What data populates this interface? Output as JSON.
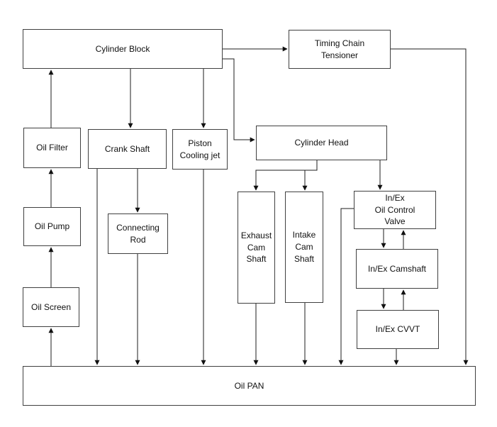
{
  "diagram": {
    "accent_color": "#111111",
    "box_border_color": "#404040",
    "background_color": "#ffffff",
    "nodes": {
      "cylinder_block": {
        "label": "Cylinder Block"
      },
      "timing_chain_tensioner": {
        "label": [
          "Timing Chain",
          "Tensioner"
        ]
      },
      "oil_filter": {
        "label": "Oil Filter"
      },
      "crank_shaft": {
        "label": "Crank Shaft"
      },
      "piston_cooling_jet": {
        "label": [
          "Piston",
          "Cooling jet"
        ]
      },
      "cylinder_head": {
        "label": "Cylinder Head"
      },
      "oil_pump": {
        "label": "Oil Pump"
      },
      "connecting_rod": {
        "label": [
          "Connecting",
          "Rod"
        ]
      },
      "oil_screen": {
        "label": "Oil Screen"
      },
      "exhaust_cam_shaft": {
        "label": [
          "Exhaust",
          "Cam",
          "Shaft"
        ]
      },
      "intake_cam_shaft": {
        "label": [
          "Intake",
          "Cam",
          "Shaft"
        ]
      },
      "oil_control_valve": {
        "label": [
          "In/Ex",
          "Oil Control",
          "Valve"
        ]
      },
      "inex_camshaft": {
        "label": "In/Ex Camshaft"
      },
      "inex_cvvt": {
        "label": "In/Ex CVVT"
      },
      "oil_pan": {
        "label": "Oil PAN"
      }
    },
    "edges": [
      {
        "from": "oil_pan",
        "to": "oil_screen"
      },
      {
        "from": "oil_screen",
        "to": "oil_pump"
      },
      {
        "from": "oil_pump",
        "to": "oil_filter"
      },
      {
        "from": "oil_filter",
        "to": "cylinder_block"
      },
      {
        "from": "cylinder_block",
        "to": "crank_shaft"
      },
      {
        "from": "cylinder_block",
        "to": "piston_cooling_jet"
      },
      {
        "from": "cylinder_block",
        "to": "timing_chain_tensioner"
      },
      {
        "from": "cylinder_block",
        "to": "cylinder_head"
      },
      {
        "from": "timing_chain_tensioner",
        "to": "oil_pan"
      },
      {
        "from": "crank_shaft",
        "to": "connecting_rod"
      },
      {
        "from": "crank_shaft",
        "to": "oil_pan"
      },
      {
        "from": "connecting_rod",
        "to": "oil_pan"
      },
      {
        "from": "piston_cooling_jet",
        "to": "oil_pan"
      },
      {
        "from": "cylinder_head",
        "to": "exhaust_cam_shaft"
      },
      {
        "from": "cylinder_head",
        "to": "intake_cam_shaft"
      },
      {
        "from": "cylinder_head",
        "to": "oil_control_valve"
      },
      {
        "from": "exhaust_cam_shaft",
        "to": "oil_pan"
      },
      {
        "from": "intake_cam_shaft",
        "to": "oil_pan"
      },
      {
        "from": "oil_control_valve",
        "to": "oil_pan"
      },
      {
        "from": "oil_control_valve",
        "to": "inex_camshaft"
      },
      {
        "from": "inex_camshaft",
        "to": "oil_control_valve"
      },
      {
        "from": "inex_camshaft",
        "to": "inex_cvvt"
      },
      {
        "from": "inex_cvvt",
        "to": "inex_camshaft"
      },
      {
        "from": "inex_cvvt",
        "to": "oil_pan"
      }
    ]
  }
}
